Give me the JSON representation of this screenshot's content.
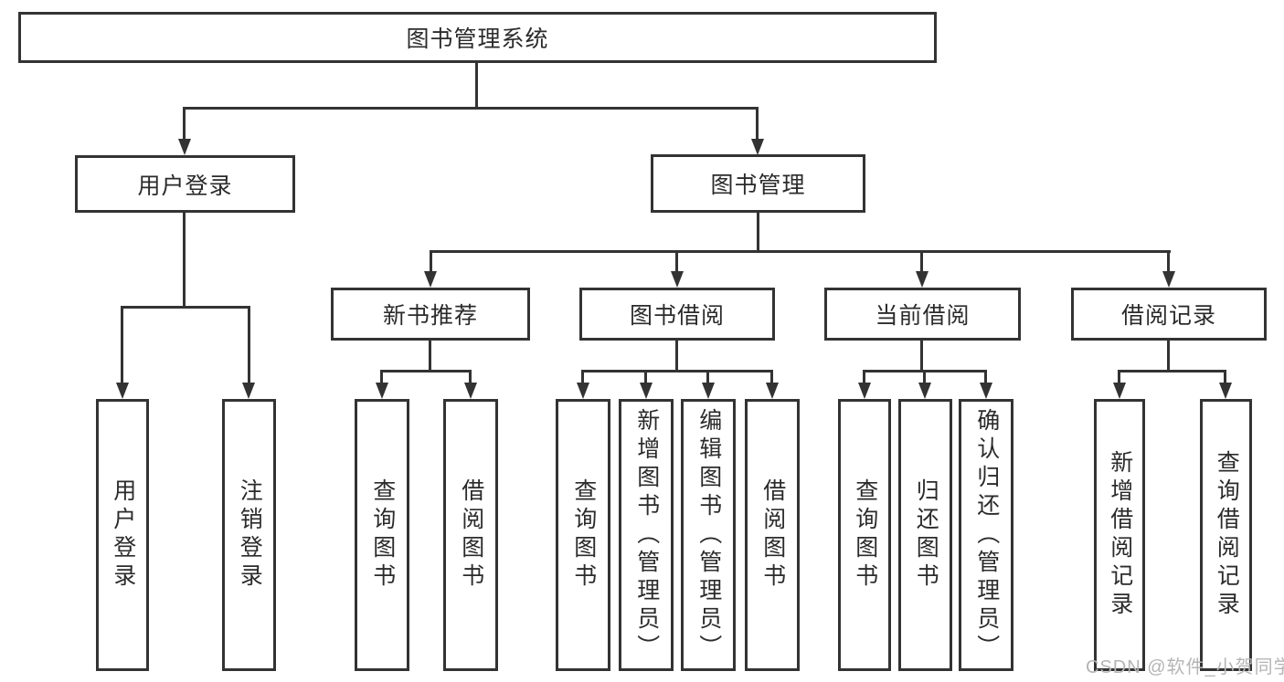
{
  "diagram": {
    "root": {
      "label": "图书管理系统"
    },
    "level2": [
      {
        "label": "用户登录"
      },
      {
        "label": "图书管理"
      }
    ],
    "level3": [
      {
        "label": "新书推荐"
      },
      {
        "label": "图书借阅"
      },
      {
        "label": "当前借阅"
      },
      {
        "label": "借阅记录"
      }
    ],
    "leaves": {
      "login": [
        "用户登录",
        "注销登录"
      ],
      "newbook": [
        "查询图书",
        "借阅图书"
      ],
      "borrow": [
        "查询图书",
        "新增图书（管理员）",
        "编辑图书（管理员）",
        "借阅图书"
      ],
      "current": [
        "查询图书",
        "归还图书",
        "确认归还（管理员）"
      ],
      "records": [
        "新增借阅记录",
        "查询借阅记录"
      ]
    }
  },
  "watermark": {
    "text": "CSDN @软件_小贺同学"
  },
  "colors": {
    "line": "#333333",
    "text": "#2b2b2b",
    "watermark": "#b5b5b5",
    "background": "#ffffff"
  }
}
